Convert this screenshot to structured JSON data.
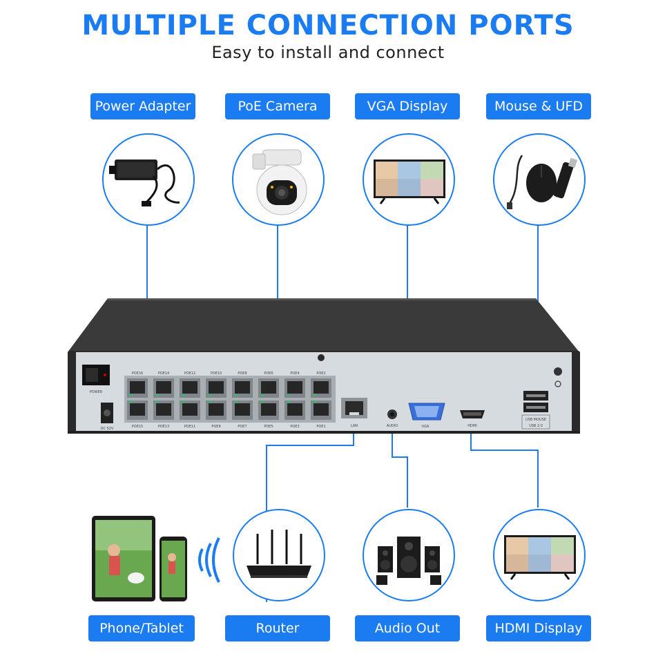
{
  "header": {
    "title": "MULTIPLE CONNECTION PORTS",
    "subtitle": "Easy to install and connect"
  },
  "top_labels": [
    "Power Adapter",
    "PoE Camera",
    "VGA Display",
    "Mouse & UFD"
  ],
  "bottom_labels": [
    "Phone/Tablet",
    "Router",
    "Audio Out",
    "HDMI Display"
  ],
  "device": {
    "power_label": "POWER",
    "dc_label": "DC 52V",
    "poe_top": [
      "POE16",
      "POE14",
      "POE12",
      "POE10",
      "POE8",
      "POE6",
      "POE4",
      "POE2"
    ],
    "poe_bottom": [
      "POE15",
      "POE13",
      "POE11",
      "POE9",
      "POE7",
      "POE5",
      "POE3",
      "POE1"
    ],
    "lan_label": "LAN",
    "audio_label": "AUDIO",
    "vga_label": "VGA",
    "hdmi_label": "HDMI",
    "usb_label_1": "USB MOUSE",
    "usb_label_2": "USB 2.0"
  },
  "colors": {
    "accent": "#1a7cf0",
    "device_body": "#2b2b2b",
    "device_panel": "#d8dde2"
  }
}
